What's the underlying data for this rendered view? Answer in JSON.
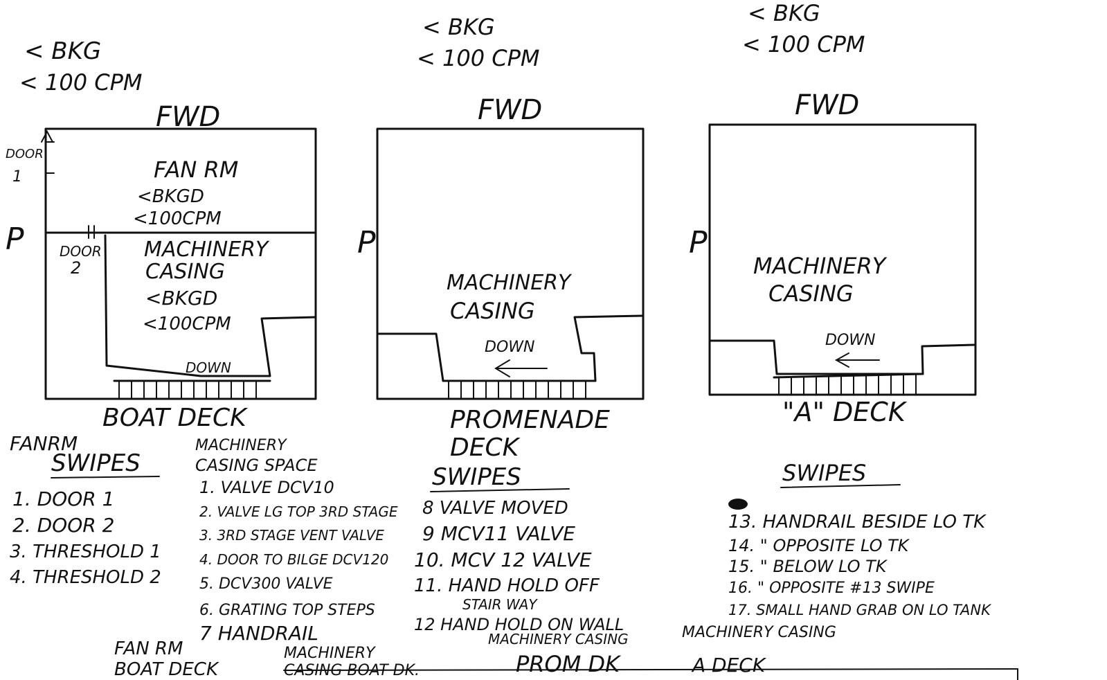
{
  "top_notes": [
    {
      "line1": "< BKG",
      "line2": "< 100 CPM"
    },
    {
      "line1": "< BKG",
      "line2": "< 100 CPM"
    },
    {
      "line1": "< BKG",
      "line2": "< 100 CPM"
    }
  ],
  "panels": [
    {
      "fwd_label": "FWD",
      "side_label": "P",
      "deck_label": "BOAT DECK",
      "door1_label": "DOOR 1",
      "door2_label": "DOOR 2",
      "fan_room": {
        "name": "FAN RM",
        "bkg": "<BKGD",
        "cpm": "<100CPM"
      },
      "casing": {
        "line1": "MACHINERY",
        "line2": "CASING",
        "bkg": "<BKGD",
        "cpm": "<100CPM"
      },
      "down_label": "DOWN"
    },
    {
      "fwd_label": "FWD",
      "side_label": "P",
      "deck_label_line1": "PROMENADE",
      "deck_label_line2": "DECK",
      "casing": {
        "line1": "MACHINERY",
        "line2": "CASING"
      },
      "down_label": "DOWN"
    },
    {
      "fwd_label": "FWD",
      "side_label": "P",
      "deck_label": "\"A\" DECK",
      "casing": {
        "line1": "MACHINERY",
        "line2": "CASING"
      },
      "down_label": "DOWN"
    }
  ],
  "swipe_lists": {
    "fan_room": {
      "heading_line1": "FANRM",
      "heading_line2": "SWIPES",
      "items": [
        "1. DOOR 1",
        "2. DOOR 2",
        "3. THRESHOLD 1",
        "4. THRESHOLD 2"
      ]
    },
    "machinery_boat": {
      "heading_line1": "MACHINERY",
      "heading_line2": "CASING SPACE",
      "items": [
        "1. VALVE DCV10",
        "2. VALVE LG TOP 3RD STAGE",
        "3. 3RD STAGE VENT VALVE",
        "4. DOOR TO BILGE DCV120",
        "5. DCV300 VALVE",
        "6. GRATING TOP STEPS",
        "7 HANDRAIL"
      ]
    },
    "promenade": {
      "heading": "SWIPES",
      "items": [
        "8 VALVE MOVED",
        "9 MCV11 VALVE",
        "10. MCV 12 VALVE",
        "11. HAND HOLD OFF",
        "STAIR WAY",
        "12 HAND HOLD ON WALL"
      ]
    },
    "a_deck": {
      "heading": "SWIPES",
      "items": [
        "13. HANDRAIL BESIDE LO TK",
        "14.     \"   OPPOSITE LO TK",
        "15.     \"   BELOW LO TK",
        "16.     \"   OPPOSITE #13 SWIPE",
        "17. SMALL HAND GRAB ON LO TANK"
      ]
    }
  },
  "bottom_headers": [
    {
      "line1": "FAN RM",
      "line2": "BOAT DECK"
    },
    {
      "line1": "MACHINERY",
      "line2": "CASING BOAT DK."
    },
    {
      "line1": "MACHINERY CASING",
      "line2": "PROM DK"
    },
    {
      "line1": "MACHINERY CASING",
      "line2": "A DECK"
    }
  ]
}
